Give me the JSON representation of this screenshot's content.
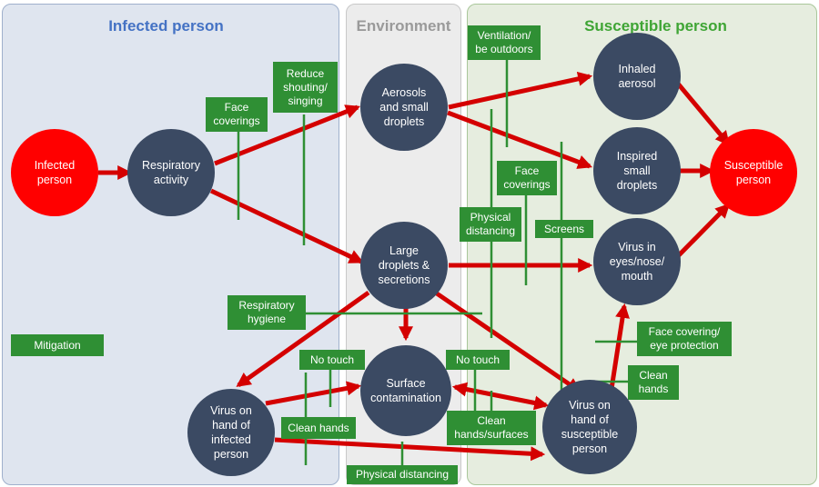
{
  "panels": {
    "infected": "Infected person",
    "environment": "Environment",
    "susceptible": "Susceptible person"
  },
  "nodes": {
    "infected_person": "Infected\nperson",
    "respiratory_activity": "Respiratory\nactivity",
    "aerosols": "Aerosols\nand small\ndroplets",
    "large_droplets": "Large\ndroplets &\nsecretions",
    "surface_contamination": "Surface\ncontamination",
    "virus_hand_infected": "Virus on\nhand of\ninfected\nperson",
    "inhaled_aerosol": "Inhaled\naerosol",
    "inspired_droplets": "Inspired\nsmall\ndroplets",
    "virus_eyes": "Virus in\neyes/nose/\nmouth",
    "virus_hand_susceptible": "Virus on\nhand of\nsusceptible\nperson",
    "susceptible_person": "Susceptible\nperson"
  },
  "mitigations": {
    "face_coverings_1": "Face\ncoverings",
    "reduce_shouting": "Reduce\nshouting/\nsinging",
    "ventilation": "Ventilation/\nbe outdoors",
    "face_coverings_2": "Face\ncoverings",
    "physical_distancing_1": "Physical\ndistancing",
    "screens": "Screens",
    "respiratory_hygiene": "Respiratory\nhygiene",
    "legend": "Mitigation",
    "no_touch_1": "No touch",
    "no_touch_2": "No touch",
    "clean_hands_1": "Clean hands",
    "clean_hands_surfaces": "Clean\nhands/surfaces",
    "physical_distancing_2": "Physical distancing",
    "face_covering_eye": "Face covering/\neye protection",
    "clean_hands_2": "Clean\nhands"
  },
  "colors": {
    "infected_panel": "#dfe5ef",
    "infected_border": "#9fb0cc",
    "infected_title": "#4472c4",
    "environment_panel": "#ececec",
    "environment_border": "#c8c8c8",
    "environment_title": "#9a9a9a",
    "susceptible_panel": "#e6eddf",
    "susceptible_border": "#a9c79a",
    "susceptible_title": "#3fa535",
    "node_dark": "#3b4a63",
    "node_red": "#ff0000",
    "arrow": "#d40000",
    "mitigation": "#2f8f34"
  }
}
